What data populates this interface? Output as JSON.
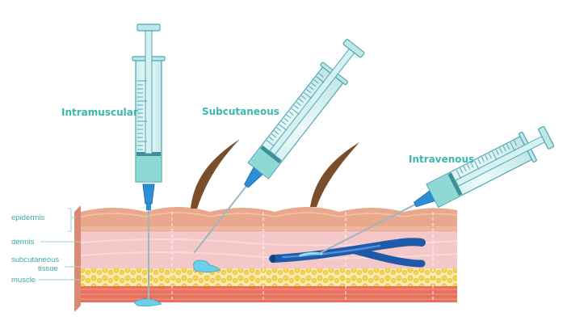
{
  "titles": {
    "intramuscular": "Intramuscular",
    "subcutaneous": "Subcutaneous",
    "intravenous": "Intravenous"
  },
  "layers": {
    "epidermis": "epidermis",
    "dermis": "dermis",
    "subcutaneous_line1": "subcutaneous",
    "subcutaneous_line2": "tissue",
    "muscle": "muscle"
  },
  "colors": {
    "teal_text": "#3bb8ae",
    "label_text": "#3fa9a6",
    "syringe_barrel": "#d6f1f1",
    "syringe_liquid": "#8fd9d5",
    "syringe_outline": "#4fa7b3",
    "needle_hub": "#2a8fd6",
    "vein": "#1f5aa8",
    "fluid": "#6ccfe8",
    "epidermis": "#e8a488",
    "dermis": "#f3c3c3",
    "fat": "#f2d54a",
    "muscle": "#e86a5a"
  }
}
